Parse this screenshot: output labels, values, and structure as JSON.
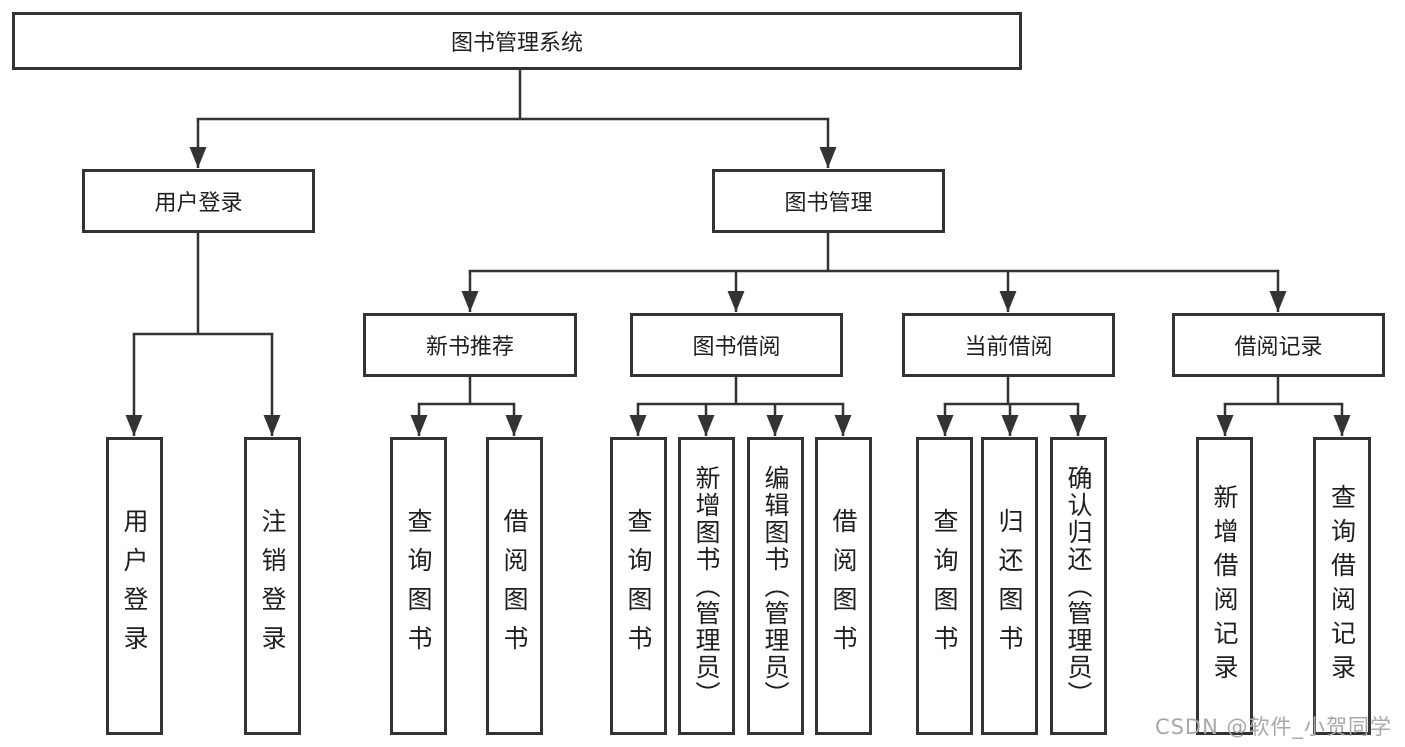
{
  "diagram": {
    "title": "图书管理系统",
    "level2": [
      {
        "label": "用户登录"
      },
      {
        "label": "图书管理"
      }
    ],
    "level3": [
      {
        "label": "新书推荐",
        "parent": "图书管理"
      },
      {
        "label": "图书借阅",
        "parent": "图书管理"
      },
      {
        "label": "当前借阅",
        "parent": "图书管理"
      },
      {
        "label": "借阅记录",
        "parent": "图书管理"
      }
    ],
    "leaves": [
      {
        "label": "用户登录",
        "parent": "用户登录"
      },
      {
        "label": "注销登录",
        "parent": "用户登录"
      },
      {
        "label": "查询图书",
        "parent": "新书推荐"
      },
      {
        "label": "借阅图书",
        "parent": "新书推荐"
      },
      {
        "label": "查询图书",
        "parent": "图书借阅"
      },
      {
        "label": "新增图书（管理员）",
        "parent": "图书借阅"
      },
      {
        "label": "编辑图书（管理员）",
        "parent": "图书借阅"
      },
      {
        "label": "借阅图书",
        "parent": "图书借阅"
      },
      {
        "label": "查询图书",
        "parent": "当前借阅"
      },
      {
        "label": "归还图书",
        "parent": "当前借阅"
      },
      {
        "label": "确认归还（管理员）",
        "parent": "当前借阅"
      },
      {
        "label": "新增借阅记录",
        "parent": "借阅记录"
      },
      {
        "label": "查询借阅记录",
        "parent": "借阅记录"
      }
    ]
  },
  "watermark": "CSDN @软件_小贺同学",
  "colors": {
    "line": "#333333",
    "text": "#1f1f1f",
    "watermark": "#a8a8a8",
    "background": "#ffffff"
  }
}
